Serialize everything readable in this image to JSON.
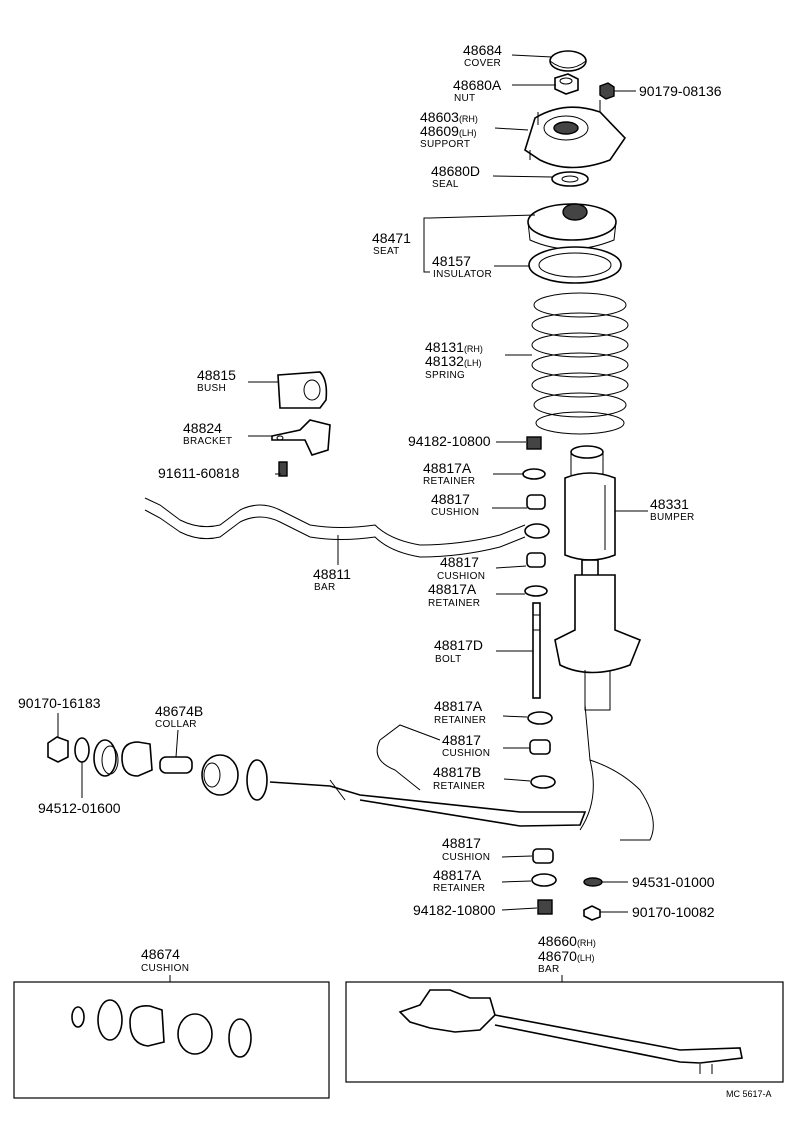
{
  "labels": {
    "cover_pn": "48684",
    "cover_nm": "COVER",
    "nut_pn": "48680A",
    "nut_nm": "NUT",
    "nut2_pn": "90179-08136",
    "support_pn1": "48603",
    "support_rh": "(RH)",
    "support_pn2": "48609",
    "support_lh": "(LH)",
    "support_nm": "SUPPORT",
    "seal_pn": "48680D",
    "seal_nm": "SEAL",
    "seat_pn": "48471",
    "seat_nm": "SEAT",
    "insulator_pn": "48157",
    "insulator_nm": "INSULATOR",
    "spring_pn1": "48131",
    "spring_rh": "(RH)",
    "spring_pn2": "48132",
    "spring_lh": "(LH)",
    "spring_nm": "SPRING",
    "bush_pn": "48815",
    "bush_nm": "BUSH",
    "bracket_pn": "48824",
    "bracket_nm": "BRACKET",
    "bolt1_pn": "91611-60818",
    "nut3_pn": "94182-10800",
    "retainer1_pn": "48817A",
    "retainer1_nm": "RETAINER",
    "cushion1_pn": "48817",
    "cushion1_nm": "CUSHION",
    "bumper_pn": "48331",
    "bumper_nm": "BUMPER",
    "bar_pn": "48811",
    "bar_nm": "BAR",
    "cushion2_pn": "48817",
    "cushion2_nm": "CUSHION",
    "retainer2_pn": "48817A",
    "retainer2_nm": "RETAINER",
    "bolt2_pn": "48817D",
    "bolt2_nm": "BOLT",
    "nut4_pn": "90170-16183",
    "collar_pn": "48674B",
    "collar_nm": "COLLAR",
    "retainer3_pn": "48817A",
    "retainer3_nm": "RETAINER",
    "cushion3_pn": "48817",
    "cushion3_nm": "CUSHION",
    "retainer4_pn": "48817B",
    "retainer4_nm": "RETAINER",
    "washer1_pn": "94512-01600",
    "cushion4_pn": "48817",
    "cushion4_nm": "CUSHION",
    "retainer5_pn": "48817A",
    "retainer5_nm": "RETAINER",
    "washer2_pn": "94531-01000",
    "nut5_pn": "94182-10800",
    "nut6_pn": "90170-10082",
    "cushionset_pn": "48674",
    "cushionset_nm": "CUSHION",
    "strutbar_pn1": "48660",
    "strutbar_rh": "(RH)",
    "strutbar_pn2": "48670",
    "strutbar_lh": "(LH)",
    "strutbar_nm": "BAR",
    "code": "MC 5617-A"
  }
}
